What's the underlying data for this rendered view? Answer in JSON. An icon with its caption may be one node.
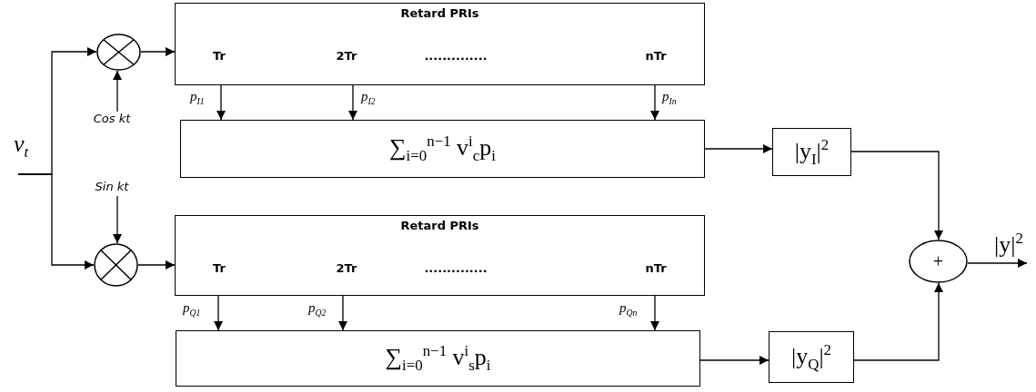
{
  "diagram": {
    "nodes": [
      {
        "text": [
          "v$_{t}$"
        ]
      },
      {
        "text": [],
        "shape": "circle"
      },
      {
        "text": [
          "Cos kt"
        ]
      },
      {
        "text": [
          "Retard PRIs",
          "Tr",
          "2Tr",
          "..............",
          "nTr"
        ]
      },
      {
        "text": [
          "∑$_{i=0}$$^{n−1}$ v$^{i}$$_{c}$p$_{i}$"
        ]
      },
      {
        "text": [
          "|y$_{I}$|$^{2}$"
        ]
      },
      {
        "text": [
          "Sin kt"
        ]
      },
      {
        "text": [],
        "shape": "circle"
      },
      {
        "text": [
          "Retard PRIs",
          "Tr",
          "2Tr",
          "..............",
          "nTr"
        ]
      },
      {
        "text": [
          "∑$_{i=0}$$^{n−1}$ v$^{i}$$_{s}$p$_{i}$"
        ]
      },
      {
        "text": [
          "|y$_{Q}$|$^{2}$"
        ]
      },
      {
        "text": [
          "+"
        ]
      },
      {
        "text": [
          "|y|$^{2}$"
        ]
      }
    ],
    "edges": [
      {
        "from": 0,
        "to": 1,
        "arrow": "to"
      },
      {
        "from": 0,
        "to": 7,
        "arrow": "to"
      },
      {
        "from": 2,
        "to": 1,
        "arrow": "to"
      },
      {
        "from": 1,
        "to": 3,
        "arrow": "to"
      },
      {
        "from": 3,
        "to": 4,
        "arrow": "to",
        "label": "p$_{I1}$"
      },
      {
        "from": 3,
        "to": 4,
        "arrow": "to",
        "label": "p$_{I2}$"
      },
      {
        "from": 3,
        "to": 4,
        "arrow": "to",
        "label": "p$_{In}$"
      },
      {
        "from": 4,
        "to": 5,
        "arrow": "to"
      },
      {
        "from": 6,
        "to": 7,
        "arrow": "to"
      },
      {
        "from": 7,
        "to": 8,
        "arrow": "to"
      },
      {
        "from": 8,
        "to": 9,
        "arrow": "to",
        "label": "p$_{Q1}$"
      },
      {
        "from": 8,
        "to": 9,
        "arrow": "to",
        "label": "p$_{Q2}$"
      },
      {
        "from": 8,
        "to": 9,
        "arrow": "to",
        "label": "p$_{Qn}$"
      },
      {
        "from": 9,
        "to": 10,
        "arrow": "to"
      },
      {
        "from": 5,
        "to": 11,
        "arrow": "to"
      },
      {
        "from": 10,
        "to": 11,
        "arrow": "to"
      },
      {
        "from": 11,
        "to": 12,
        "arrow": "to"
      }
    ]
  }
}
